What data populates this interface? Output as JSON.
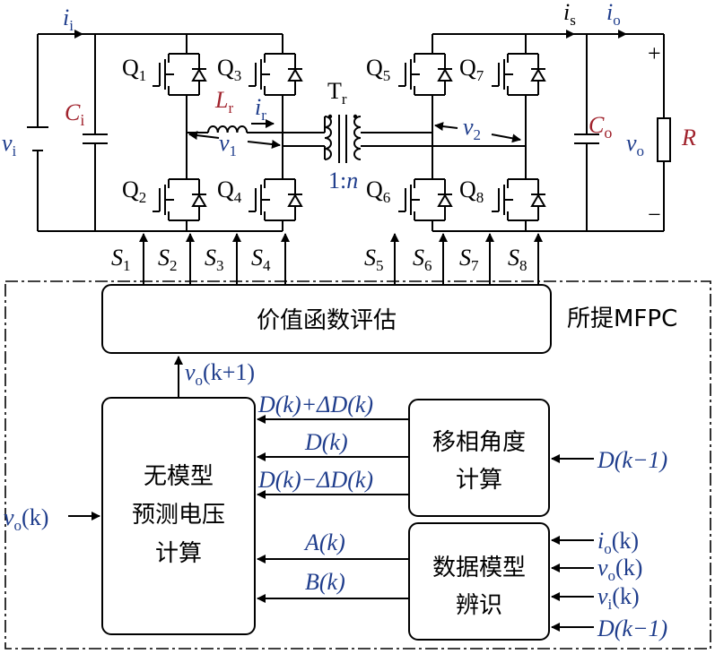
{
  "colors": {
    "signal_blue": "#1f3d8c",
    "component_red": "#a0222c",
    "line": "#000000"
  },
  "circuit": {
    "input_current": "i",
    "input_current_sub": "i",
    "input_voltage": "v",
    "input_voltage_sub": "i",
    "input_cap": "C",
    "input_cap_sub": "i",
    "switches": [
      {
        "main": "Q",
        "sub": "1"
      },
      {
        "main": "Q",
        "sub": "3"
      },
      {
        "main": "Q",
        "sub": "2"
      },
      {
        "main": "Q",
        "sub": "4"
      },
      {
        "main": "Q",
        "sub": "5"
      },
      {
        "main": "Q",
        "sub": "7"
      },
      {
        "main": "Q",
        "sub": "6"
      },
      {
        "main": "Q",
        "sub": "8"
      }
    ],
    "inductor": "L",
    "inductor_sub": "r",
    "ir": "i",
    "ir_sub": "r",
    "v1": "v",
    "v1_sub": "1",
    "v2": "v",
    "v2_sub": "2",
    "transformer": "T",
    "transformer_sub": "r",
    "ratio": "1:",
    "ratio_n": "n",
    "is": "i",
    "is_sub": "s",
    "io": "i",
    "io_sub": "o",
    "output_cap": "C",
    "output_cap_sub": "o",
    "vo": "v",
    "vo_sub": "o",
    "load": "R",
    "plus": "+",
    "minus": "−",
    "gate_signals": [
      {
        "main": "S",
        "sub": "1"
      },
      {
        "main": "S",
        "sub": "2"
      },
      {
        "main": "S",
        "sub": "3"
      },
      {
        "main": "S",
        "sub": "4"
      },
      {
        "main": "S",
        "sub": "5"
      },
      {
        "main": "S",
        "sub": "6"
      },
      {
        "main": "S",
        "sub": "7"
      },
      {
        "main": "S",
        "sub": "8"
      }
    ]
  },
  "controller": {
    "frame_label": "所提MFPC",
    "cost_block": "价值函数评估",
    "prediction_block": [
      "无模型",
      "预测电压",
      "计算"
    ],
    "phase_block": [
      "移相角度",
      "计算"
    ],
    "model_block": [
      "数据模型",
      "辨识"
    ],
    "vo_next": "v",
    "vo_next_sub": "o",
    "vo_next_arg": "(k+1)",
    "d_plus": "D(k)+ΔD(k)",
    "d_mid": "D(k)",
    "d_minus": "D(k)−ΔD(k)",
    "a": "A(k)",
    "b": "B(k)",
    "vo_in": "v",
    "vo_in_sub": "o",
    "vo_in_arg": "(k)",
    "d_prev": "D(k−1)",
    "meas_io": "i",
    "meas_io_sub": "o",
    "meas_io_arg": "(k)",
    "meas_vo": "v",
    "meas_vo_sub": "o",
    "meas_vo_arg": "(k)",
    "meas_vi": "v",
    "meas_vi_sub": "i",
    "meas_vi_arg": "(k)",
    "meas_d_prev": "D(k−1)"
  }
}
